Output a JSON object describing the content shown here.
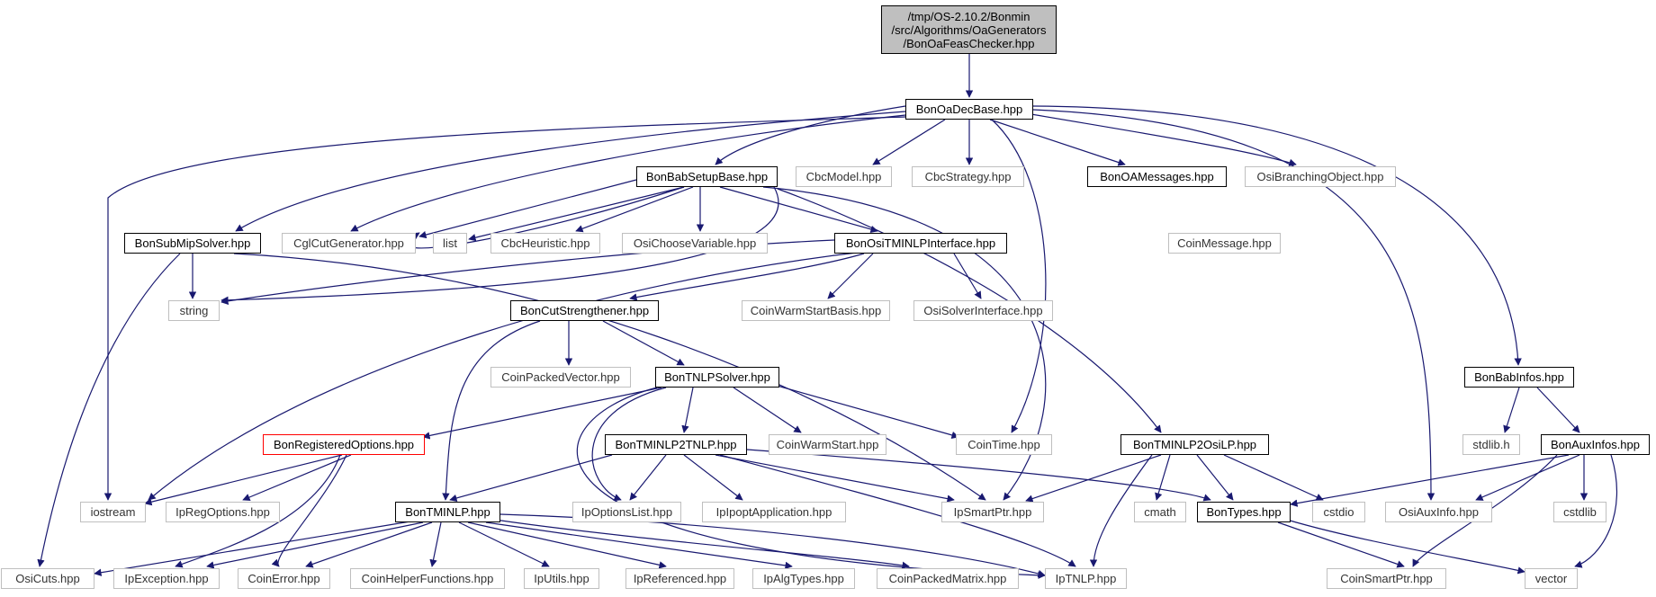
{
  "root": {
    "lines": [
      "/tmp/OS-2.10.2/Bonmin",
      "/src/Algorithms/OaGenerators",
      "/BonOaFeasChecker.hpp"
    ]
  },
  "nodes": {
    "oadecbase": "BonOaDecBase.hpp",
    "babsetupbase": "BonBabSetupBase.hpp",
    "cbcmodel": "CbcModel.hpp",
    "cbcstrategy": "CbcStrategy.hpp",
    "oamessages": "BonOAMessages.hpp",
    "osibranching": "OsiBranchingObject.hpp",
    "submipsolver": "BonSubMipSolver.hpp",
    "cglcutgen": "CglCutGenerator.hpp",
    "list": "list",
    "cbcheuristic": "CbcHeuristic.hpp",
    "osichoose": "OsiChooseVariable.hpp",
    "ositminlp": "BonOsiTMINLPInterface.hpp",
    "coinmessage": "CoinMessage.hpp",
    "string": "string",
    "cutstrength": "BonCutStrengthener.hpp",
    "coinwarmbasis": "CoinWarmStartBasis.hpp",
    "osisolver": "OsiSolverInterface.hpp",
    "coinpackedvec": "CoinPackedVector.hpp",
    "tnlpsolver": "BonTNLPSolver.hpp",
    "babinfos": "BonBabInfos.hpp",
    "regoptions": "BonRegisteredOptions.hpp",
    "tminlp2tnlp": "BonTMINLP2TNLP.hpp",
    "coinwarm": "CoinWarmStart.hpp",
    "cointime": "CoinTime.hpp",
    "tminlp2osilp": "BonTMINLP2OsiLP.hpp",
    "stdlib": "stdlib.h",
    "auxinfos": "BonAuxInfos.hpp",
    "iostream": "iostream",
    "ipregoptions": "IpRegOptions.hpp",
    "tminlp": "BonTMINLP.hpp",
    "ipoptionslist": "IpOptionsList.hpp",
    "ipipoptapp": "IpIpoptApplication.hpp",
    "ipsmartptr": "IpSmartPtr.hpp",
    "cmath": "cmath",
    "bontypes": "BonTypes.hpp",
    "cstdio": "cstdio",
    "osiauxinfo": "OsiAuxInfo.hpp",
    "cstdlib": "cstdlib",
    "osicuts": "OsiCuts.hpp",
    "ipexception": "IpException.hpp",
    "coinerror": "CoinError.hpp",
    "coinhelper": "CoinHelperFunctions.hpp",
    "iputils": "IpUtils.hpp",
    "ipreferenced": "IpReferenced.hpp",
    "ipalgtypes": "IpAlgTypes.hpp",
    "coinpackedmat": "CoinPackedMatrix.hpp",
    "iptnlp": "IpTNLP.hpp",
    "coinsmartptr": "CoinSmartPtr.hpp",
    "vector": "vector"
  },
  "colors": {
    "edge": "#191970",
    "root_fill": "#bfbfbf",
    "doc_border": "#000000",
    "ext_border": "#bfbfbf",
    "highlight_border": "#ff0000"
  }
}
